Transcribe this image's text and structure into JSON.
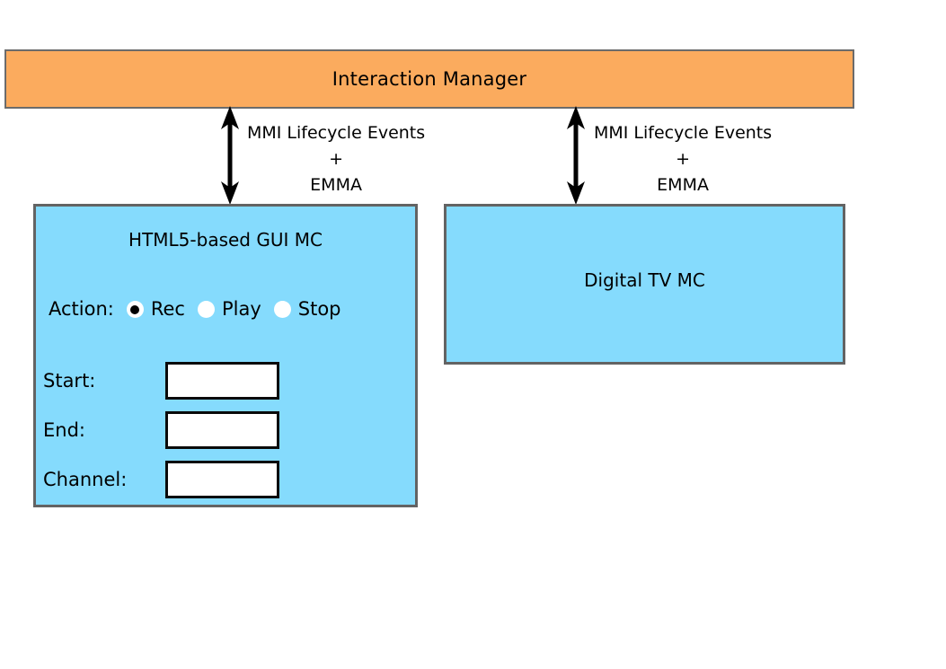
{
  "diagram": {
    "interaction_manager": {
      "title": "Interaction Manager",
      "color": "#fbab5e"
    },
    "components": [
      {
        "id": "gui-mc",
        "title": "HTML5-based GUI MC",
        "color": "#85dbfd",
        "form": {
          "action": {
            "label": "Action:",
            "options": [
              {
                "label": "Rec",
                "selected": true
              },
              {
                "label": "Play",
                "selected": false
              },
              {
                "label": "Stop",
                "selected": false
              }
            ]
          },
          "fields": [
            {
              "label": "Start:",
              "value": "",
              "placeholder": ""
            },
            {
              "label": "End:",
              "value": "",
              "placeholder": ""
            },
            {
              "label": "Channel:",
              "value": "",
              "placeholder": ""
            }
          ]
        }
      },
      {
        "id": "tv-mc",
        "title": "Digital TV MC",
        "color": "#85dbfd"
      }
    ],
    "connections": [
      {
        "id": "im-to-gui",
        "line1": "MMI Lifecycle Events",
        "line2": "+",
        "line3": "EMMA",
        "arrow": "double-headed-vertical-arrow"
      },
      {
        "id": "im-to-tv",
        "line1": "MMI Lifecycle Events",
        "line2": "+",
        "line3": "EMMA",
        "arrow": "double-headed-vertical-arrow"
      }
    ]
  }
}
